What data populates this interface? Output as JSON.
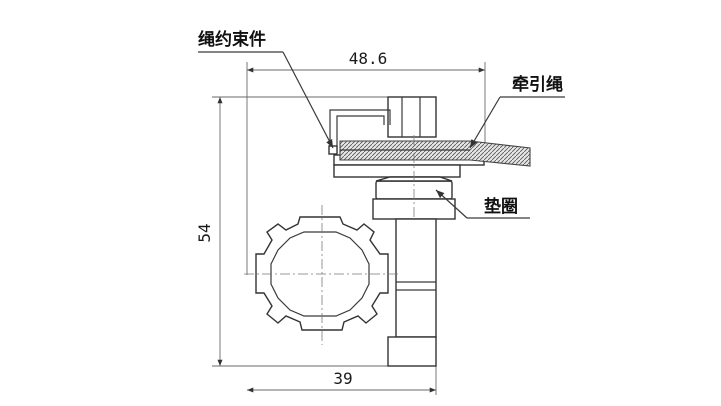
{
  "labels": {
    "cable_tie": "绳约束件",
    "pull_rope": "牵引绳",
    "washer": "垫圈"
  },
  "dimensions": {
    "top_width": "48.6",
    "height": "54",
    "bottom_width": "39"
  }
}
